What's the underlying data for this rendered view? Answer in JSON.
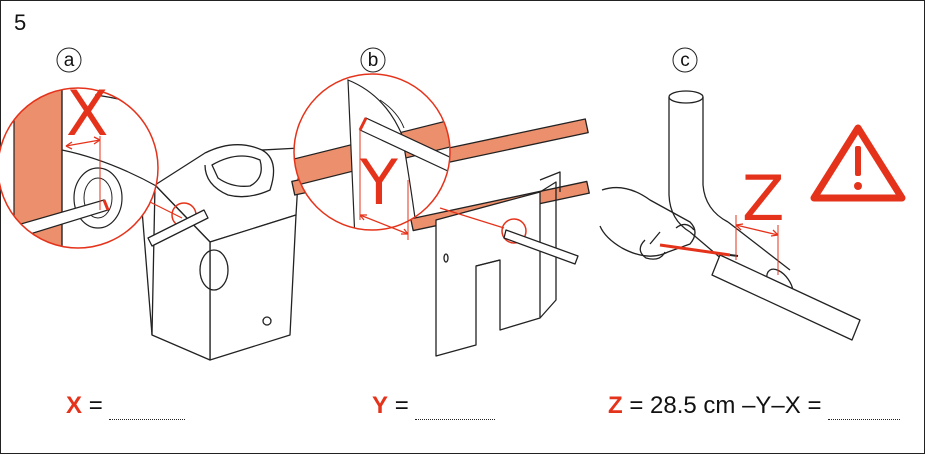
{
  "step_number": "5",
  "panels": [
    {
      "marker": "a",
      "dimension_letter": "X"
    },
    {
      "marker": "b",
      "dimension_letter": "Y"
    },
    {
      "marker": "c",
      "dimension_letter": "Z"
    }
  ],
  "formulas": {
    "x": {
      "var": "X",
      "equals": "="
    },
    "y": {
      "var": "Y",
      "equals": "="
    },
    "z": {
      "var": "Z",
      "expression": "= 28.5 cm –Y–X ="
    }
  },
  "colors": {
    "accent": "#e5331b",
    "copper": "#ec8f6c",
    "line": "#222222"
  },
  "icons": [
    "warning-triangle-icon"
  ]
}
